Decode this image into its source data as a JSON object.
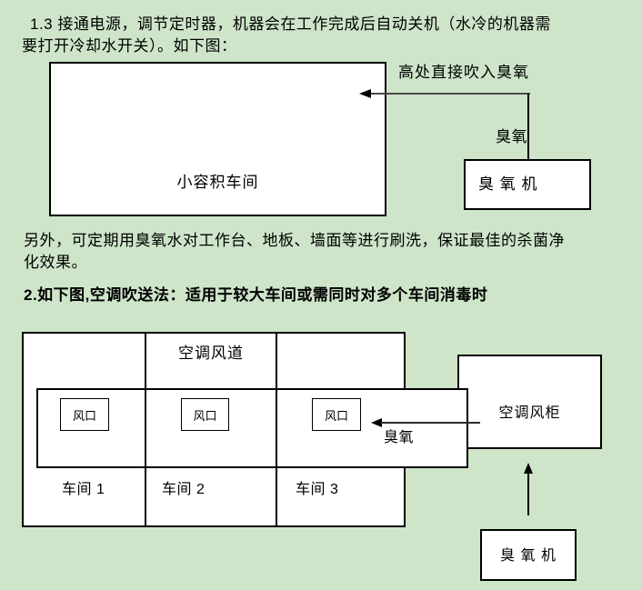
{
  "colors": {
    "background": "#cee5c9",
    "box_fill": "#ffffff",
    "ink": "#000000",
    "gray_line": "#4a4a4a"
  },
  "paragraph1": {
    "line1": "1.3 接通电源，调节定时器，机器会在工作完成后自动关机（水冷的机器需",
    "line2": "要打开冷却水开关）。如下图："
  },
  "diagram1": {
    "workshop_label": "小容积车间",
    "arrow_label": "高处直接吹入臭氧",
    "ozone_label": "臭氧",
    "machine_label": "臭 氧 机"
  },
  "paragraph2": {
    "line1": "另外，可定期用臭氧水对工作台、地板、墙面等进行刷洗，保证最佳的杀菌净",
    "line2": "化效果。"
  },
  "heading2": "2.如下图,空调吹送法：适用于较大车间或需同时对多个车间消毒时",
  "diagram2": {
    "duct_label": "空调风道",
    "vents": [
      "风口",
      "风口",
      "风口"
    ],
    "cabinet_label": "空调风柜",
    "ozone_label": "臭氧",
    "workshops": [
      "车间 1",
      "车间 2",
      "车间 3"
    ],
    "machine_label": "臭 氧 机"
  }
}
